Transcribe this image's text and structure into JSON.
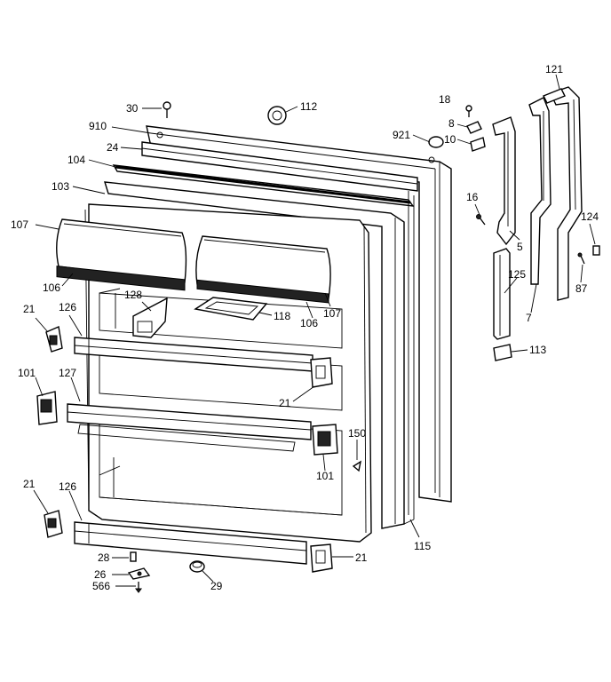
{
  "labels": {
    "l30": "30",
    "l112": "112",
    "l910": "910",
    "l24": "24",
    "l104": "104",
    "l103": "103",
    "l107a": "107",
    "l106a": "106",
    "l128": "128",
    "l118": "118",
    "l106b": "106",
    "l107b": "107",
    "l21a": "21",
    "l126a": "126",
    "l101a": "101",
    "l127": "127",
    "l21b": "21",
    "l101b": "101",
    "l150": "150",
    "l21c": "21",
    "l126b": "126",
    "l28": "28",
    "l26": "26",
    "l566": "566",
    "l29": "29",
    "l21d": "21",
    "l115": "115",
    "l18": "18",
    "l8": "8",
    "l921": "921",
    "l10": "10",
    "l16": "16",
    "l5": "5",
    "l121": "121",
    "l124": "124",
    "l125": "125",
    "l7": "7",
    "l87": "87",
    "l113": "113"
  }
}
